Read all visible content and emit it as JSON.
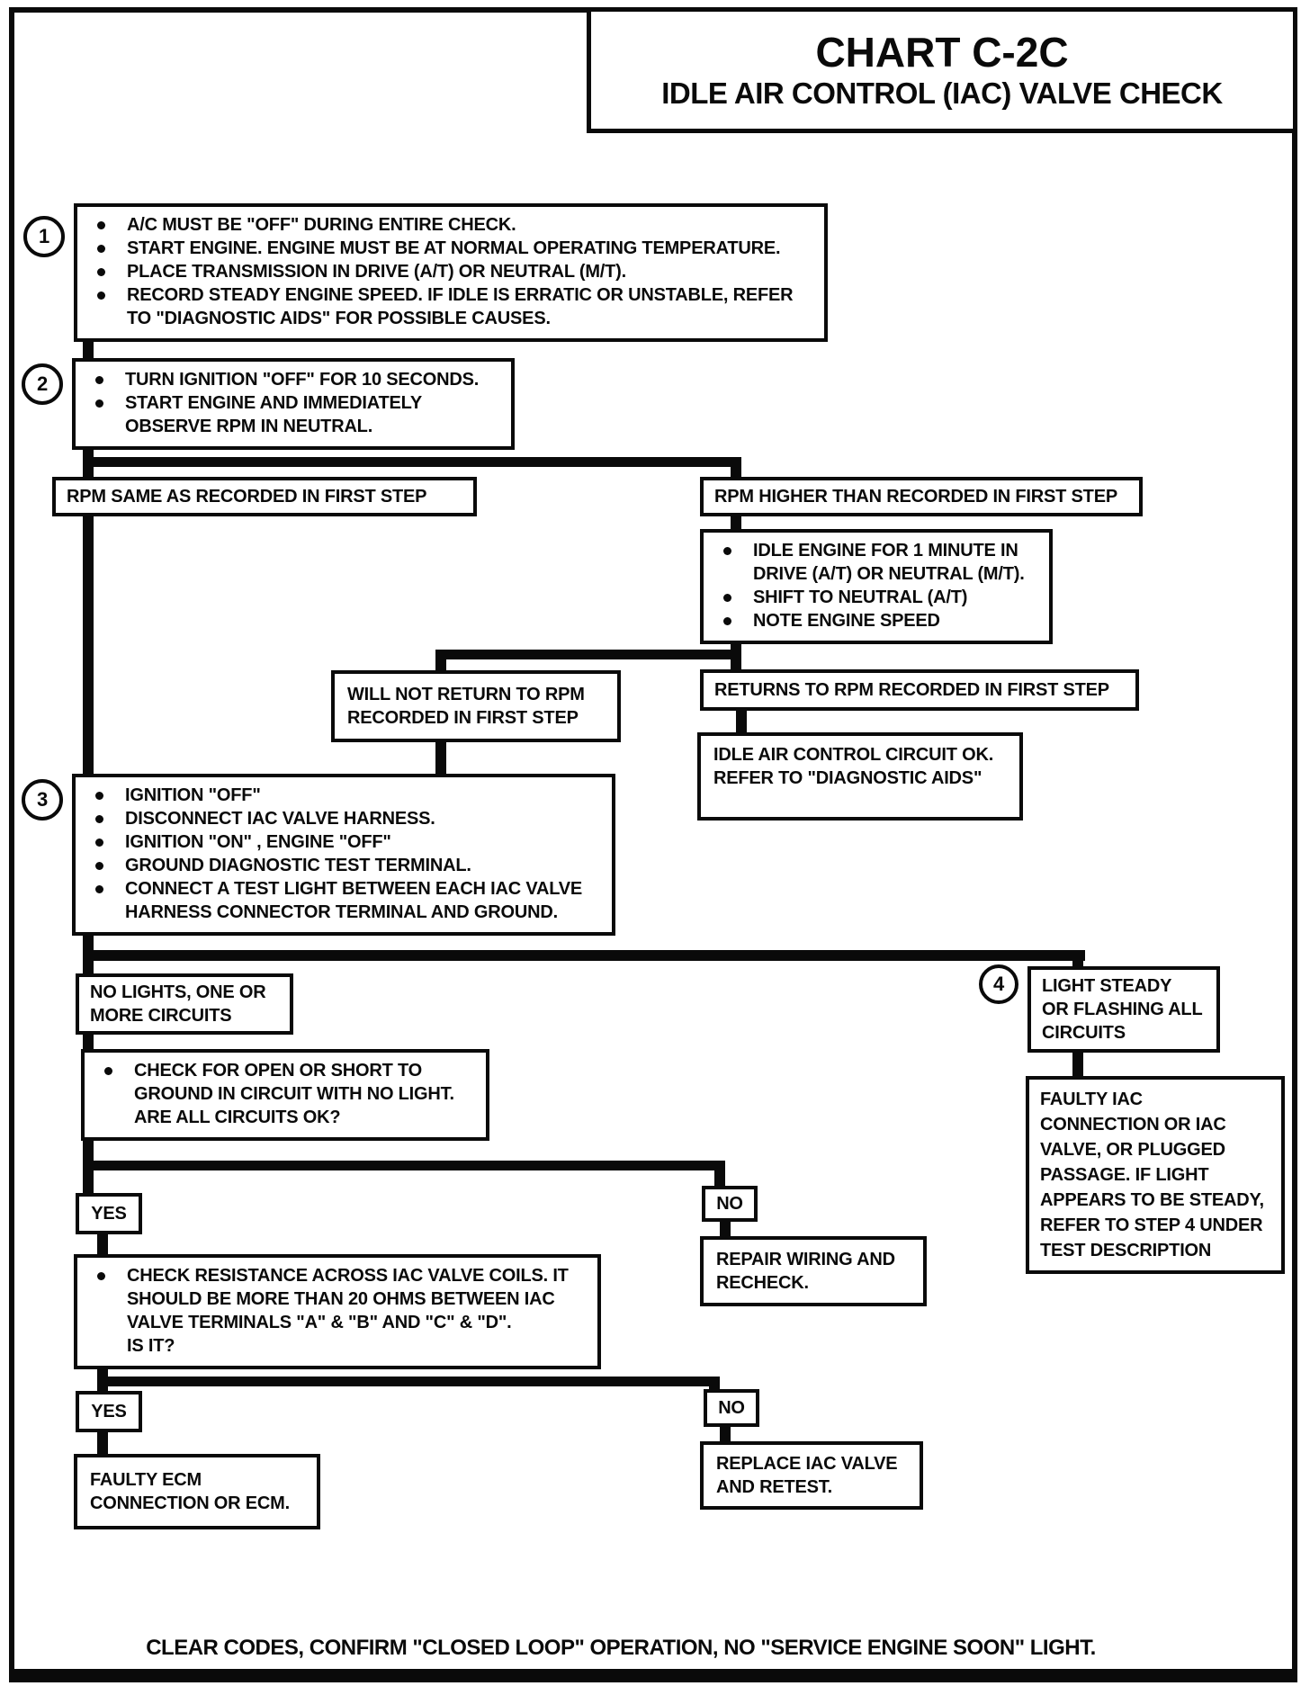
{
  "title": {
    "heading": "CHART C-2C",
    "subtitle": "IDLE AIR CONTROL (IAC) VALVE CHECK"
  },
  "step1": {
    "number": "1",
    "bullets": [
      "A/C MUST BE \"OFF\" DURING ENTIRE CHECK.",
      "START ENGINE.  ENGINE MUST BE AT NORMAL OPERATING TEMPERATURE.",
      "PLACE TRANSMISSION IN DRIVE (A/T) OR NEUTRAL (M/T).",
      "RECORD STEADY ENGINE SPEED.  IF IDLE IS ERRATIC OR UNSTABLE, REFER\nTO \"DIAGNOSTIC AIDS\"  FOR POSSIBLE CAUSES."
    ]
  },
  "step2": {
    "number": "2",
    "bullets": [
      "TURN IGNITION \"OFF\"  FOR 10 SECONDS.",
      "START ENGINE  AND IMMEDIATELY\nOBSERVE RPM IN NEUTRAL."
    ]
  },
  "branch_rpm": {
    "same": "RPM SAME AS RECORDED IN FIRST STEP",
    "higher": "RPM HIGHER THAN RECORDED IN FIRST STEP"
  },
  "idle_engine": {
    "bullets": [
      "IDLE ENGINE FOR 1 MINUTE  IN\nDRIVE (A/T) OR NEUTRAL (M/T).",
      "SHIFT TO NEUTRAL (A/T)",
      "NOTE ENGINE SPEED"
    ]
  },
  "branch_return": {
    "will_not_return": "WILL NOT RETURN TO RPM\nRECORDED  IN FIRST STEP",
    "returns": "RETURNS TO RPM RECORDED IN FIRST STEP"
  },
  "iac_ok": "IDLE AIR CONTROL CIRCUIT OK.\nREFER TO \"DIAGNOSTIC AIDS\"",
  "step3": {
    "number": "3",
    "bullets": [
      "IGNITION \"OFF\"",
      "DISCONNECT IAC VALVE HARNESS.",
      "IGNITION \"ON\" , ENGINE \"OFF\"",
      "GROUND DIAGNOSTIC TEST TERMINAL.",
      "CONNECT A TEST LIGHT BETWEEN EACH IAC VALVE\nHARNESS CONNECTOR TERMINAL AND GROUND."
    ]
  },
  "branch_lights": {
    "no_lights": "NO LIGHTS, ONE OR\nMORE CIRCUITS",
    "step4_number": "4",
    "light_steady": "LIGHT  STEADY\nOR FLASHING ALL\nCIRCUITS"
  },
  "check_open": "CHECK FOR OPEN OR SHORT TO\nGROUND IN CIRCUIT WITH NO LIGHT.\nARE ALL CIRCUITS OK?",
  "faulty_iac": "FAULTY IAC\nCONNECTION OR IAC\nVALVE, OR PLUGGED\nPASSAGE.  IF LIGHT\nAPPEARS TO BE STEADY,\nREFER TO STEP 4  UNDER\nTEST DESCRIPTION",
  "decision1": {
    "yes": "YES",
    "no": "NO"
  },
  "repair_wiring": "REPAIR WIRING AND\nRECHECK.",
  "check_resistance": "CHECK RESISTANCE ACROSS IAC VALVE COILS.  IT\nSHOULD BE MORE THAN 20 OHMS BETWEEN IAC\nVALVE TERMINALS \"A\" & \"B\" AND \"C\" & \"D\".\nIS IT?",
  "decision2": {
    "yes": "YES",
    "no": "NO"
  },
  "faulty_ecm": "FAULTY ECM\nCONNECTION OR ECM.",
  "replace_iac": "REPLACE IAC VALVE\nAND RETEST.",
  "footer": "CLEAR CODES, CONFIRM \"CLOSED LOOP\" OPERATION, NO \"SERVICE ENGINE SOON\" LIGHT."
}
